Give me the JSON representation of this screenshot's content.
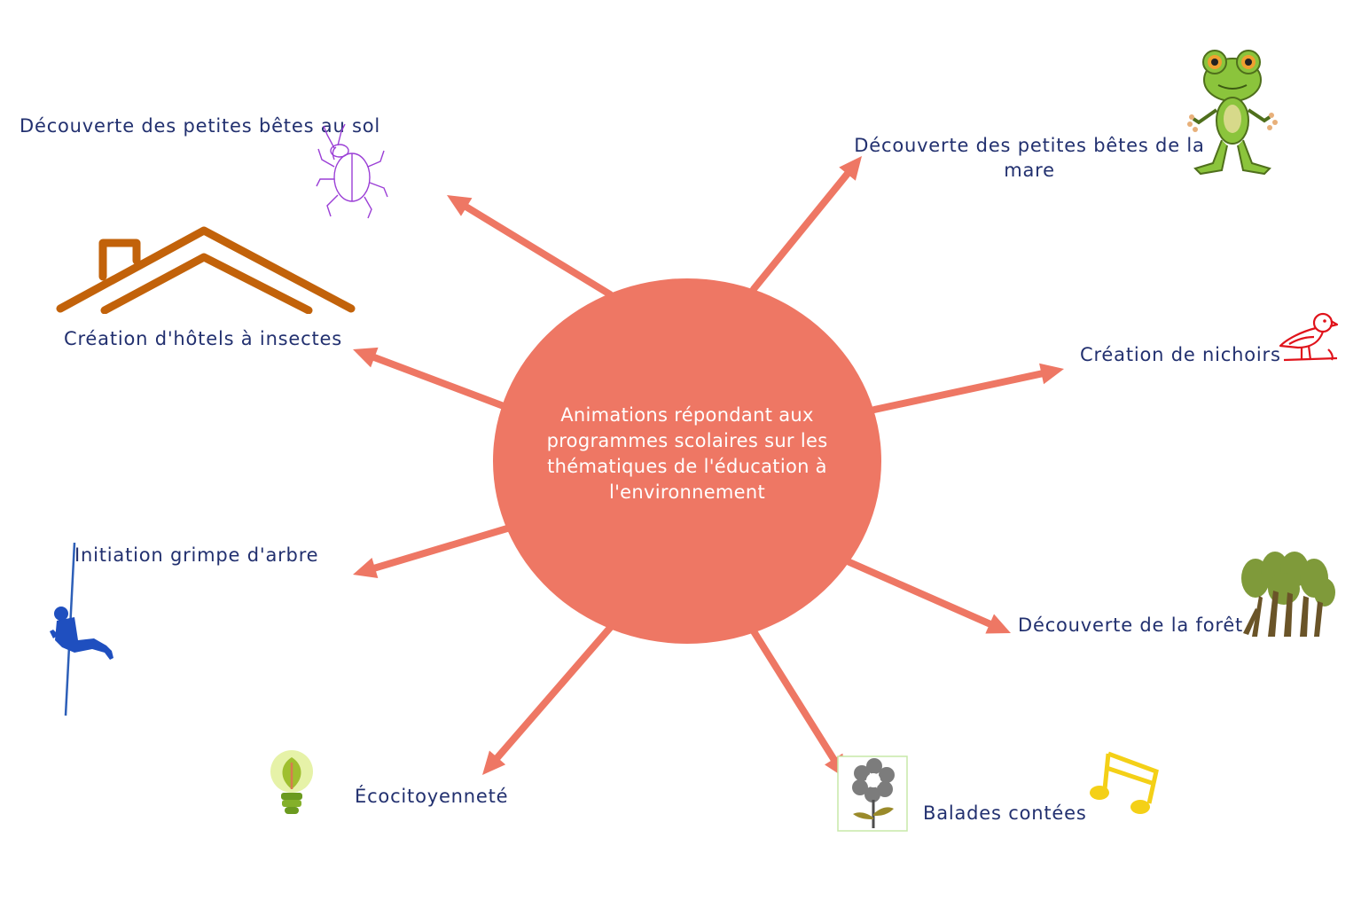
{
  "center": {
    "text": "Animations répondant aux programmes scolaires sur les thématiques de l'éducation à l'environnement"
  },
  "branches": [
    {
      "id": "sol",
      "label": "Découverte des petites bêtes au sol",
      "icon": "beetle-icon"
    },
    {
      "id": "hotels",
      "label": "Création d'hôtels à insectes",
      "icon": "roof-icon"
    },
    {
      "id": "grimpe",
      "label": "Initiation grimpe d'arbre",
      "icon": "climber-icon"
    },
    {
      "id": "eco",
      "label": "Écocitoyenneté",
      "icon": "leaf-bulb-icon"
    },
    {
      "id": "balades",
      "label": "Balades contées",
      "icon": "flower-icon"
    },
    {
      "id": "foret",
      "label": "Découverte de la forêt",
      "icon": "trees-icon"
    },
    {
      "id": "nichoirs",
      "label": "Création de nichoirs",
      "icon": "bird-icon"
    },
    {
      "id": "mare",
      "label": "Découverte des petites bêtes de la mare",
      "icon": "frog-icon"
    }
  ],
  "colors": {
    "center_fill": "#ee7764",
    "arrow": "#ee7764",
    "label_text": "#22306f"
  }
}
